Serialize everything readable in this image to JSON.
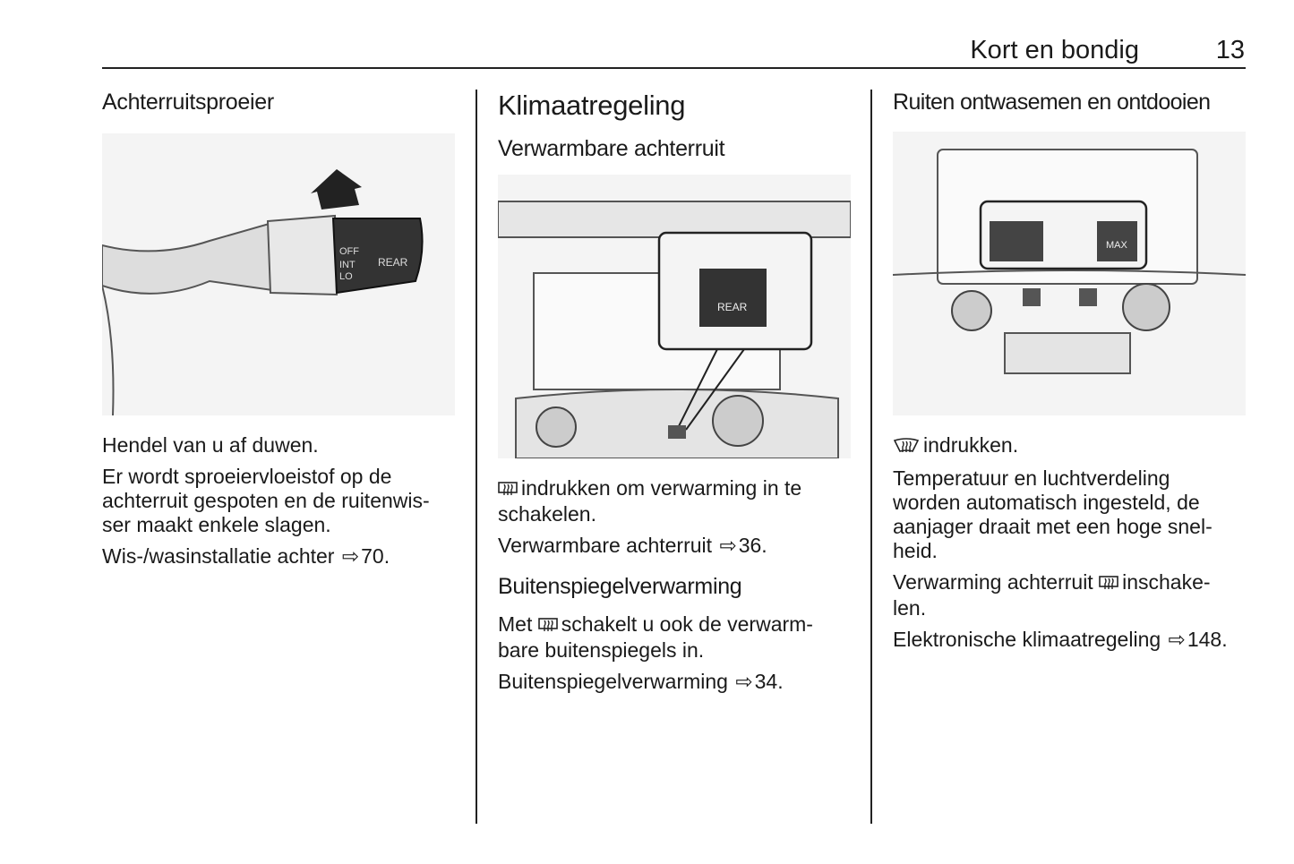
{
  "header": {
    "section": "Kort en bondig",
    "page": "13"
  },
  "col1": {
    "heading": "Achterruitsproeier",
    "figure_labels": {
      "off": "OFF",
      "int": "INT",
      "lo": "LO",
      "rear": "REAR"
    },
    "p1": "Hendel van u af duwen.",
    "p2": [
      "Er wordt sproeiervloeistof op de",
      "achterruit gespoten en de ruitenwis-",
      "ser maakt enkele slagen."
    ],
    "p3_text": "Wis-/wasinstallatie achter",
    "p3_ref": "70."
  },
  "col2": {
    "title": "Klimaatregeling",
    "heading1": "Verwarmbare achterruit",
    "figure_labels": {
      "rear": "REAR"
    },
    "p1": [
      "indrukken om verwarming in te",
      "schakelen."
    ],
    "p2_text": "Verwarmbare achterruit",
    "p2_ref": "36.",
    "heading2": "Buitenspiegelverwarming",
    "p3a": "Met",
    "p3b": "schakelt u ook de verwarm-",
    "p3c": "bare buitenspiegels in.",
    "p4_text": "Buitenspiegelverwarming",
    "p4_ref": "34."
  },
  "col3": {
    "heading": "Ruiten ontwasemen en ontdooien",
    "figure_labels": {
      "max": "MAX"
    },
    "p1": "indrukken.",
    "p2": [
      "Temperatuur en luchtverdeling",
      "worden automatisch ingesteld, de",
      "aanjager draait met een hoge snel-",
      "heid."
    ],
    "p3a": "Verwarming achterruit",
    "p3b": "inschake-",
    "p3c": "len.",
    "p4_text": "Elektronische klimaatregeling",
    "p4_ref": "148."
  },
  "icons": {
    "rear_defrost": "rear-defrost-icon",
    "front_defrost": "front-defrost-icon",
    "reference": "reference-arrow-icon"
  }
}
